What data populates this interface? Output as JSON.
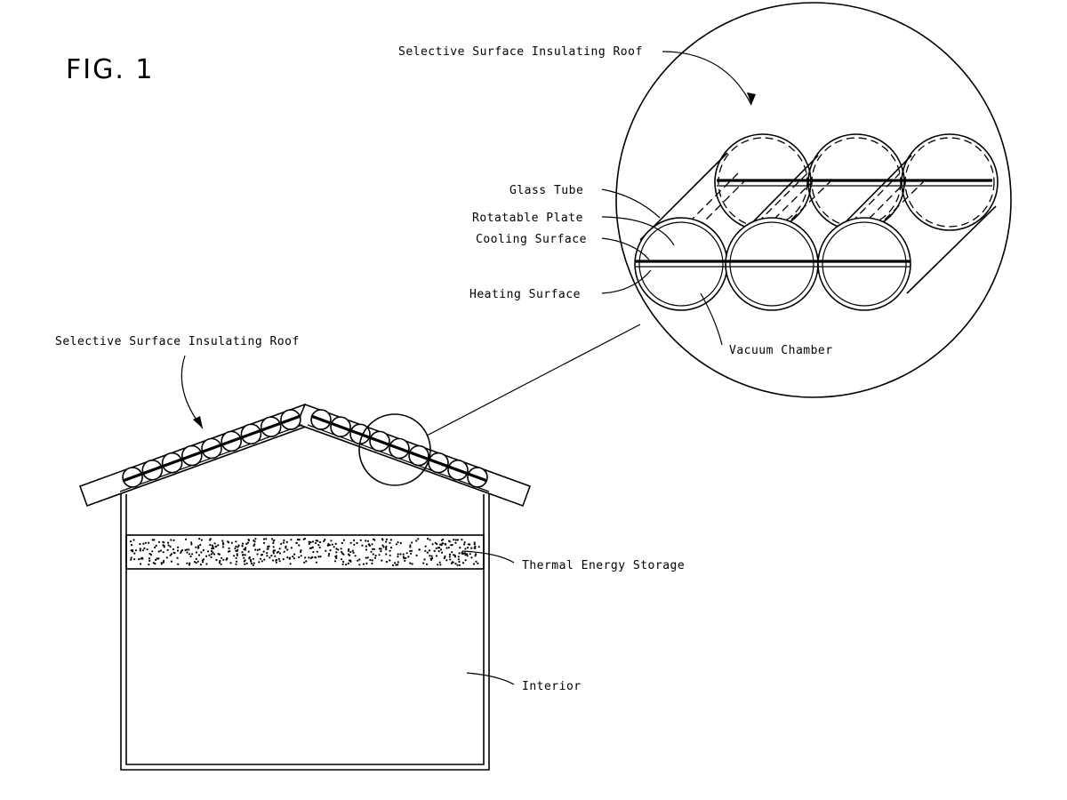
{
  "figure": {
    "title": "FIG. 1"
  },
  "labels": {
    "roof_main": "Selective Surface Insulating Roof",
    "roof_detail": "Selective Surface Insulating Roof",
    "glass_tube": "Glass Tube",
    "rotatable_plate": "Rotatable Plate",
    "cooling_surface": "Cooling Surface",
    "heating_surface": "Heating Surface",
    "vacuum_chamber": "Vacuum Chamber",
    "thermal_energy_storage": "Thermal Energy Storage",
    "interior": "Interior"
  },
  "colors": {
    "ink": "#000000",
    "paper": "#ffffff"
  }
}
